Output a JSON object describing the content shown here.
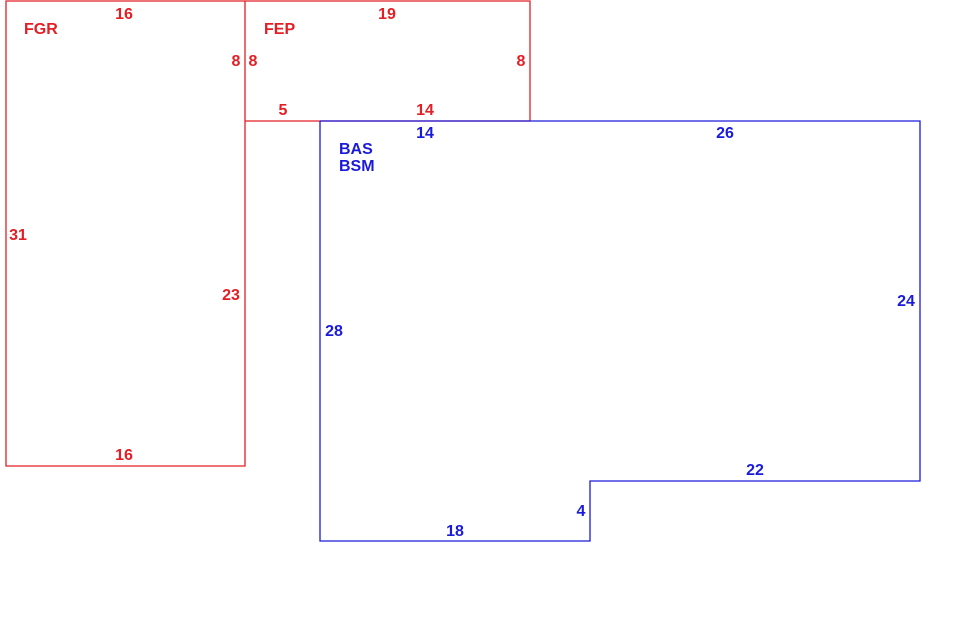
{
  "colors": {
    "garage_porch": "#e31e24",
    "living": "#1a1adc"
  },
  "areas": {
    "fgr": {
      "code": "FGR",
      "dims": {
        "top": "16",
        "right_upper": "8",
        "left": "31",
        "right_lower": "23",
        "bottom": "16"
      }
    },
    "fep": {
      "code": "FEP",
      "dims": {
        "top": "19",
        "left": "8",
        "right": "8",
        "bottom_left": "5",
        "bottom": "14"
      }
    },
    "bas": {
      "codes": [
        "BAS",
        "BSM"
      ],
      "dims": {
        "top_left": "14",
        "top": "26",
        "right": "24",
        "step_top": "22",
        "step_side": "4",
        "bottom": "18",
        "left": "28"
      }
    }
  }
}
